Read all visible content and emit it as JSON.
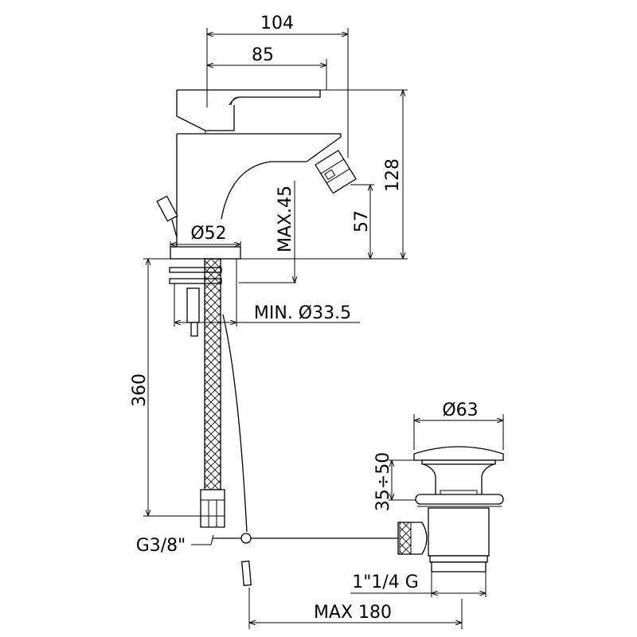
{
  "drawing": {
    "title": "Bidet mixer technical drawing",
    "dimensions": {
      "overall_depth": "104",
      "spout_depth": "85",
      "overall_height": "128",
      "outlet_height": "57",
      "max_deck_thickness": "MAX.45",
      "base_diameter": "Ø52",
      "min_hole_diameter": "MIN. Ø33.5",
      "hose_length": "360",
      "hose_connection": "G3/8\"",
      "waste_cap_diameter": "Ø63",
      "waste_height_range": "35÷50",
      "waste_thread": "1\"1/4 G",
      "max_rod_length": "MAX 180"
    }
  }
}
